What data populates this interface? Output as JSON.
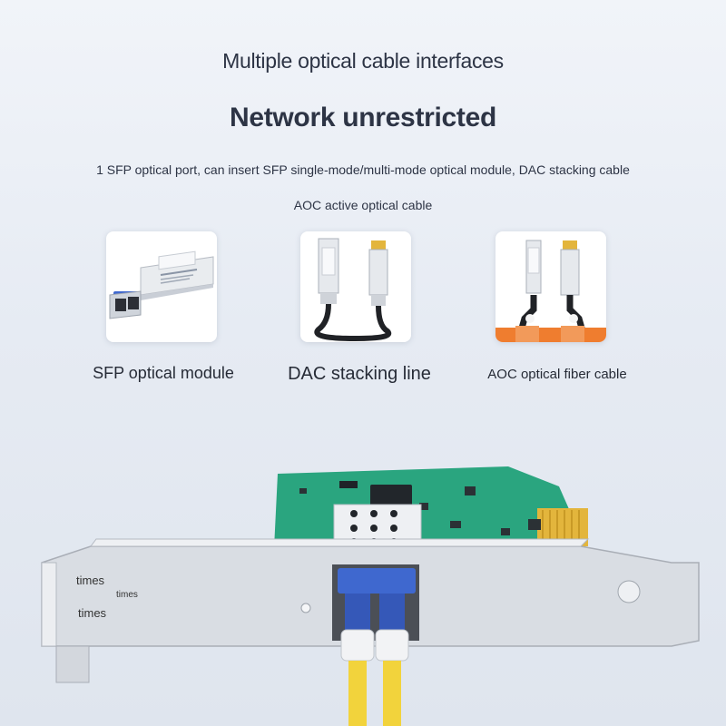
{
  "heading": {
    "subtitle": "Multiple optical cable interfaces",
    "title": "Network unrestricted",
    "desc_line1": "1 SFP optical port, can insert SFP single-mode/multi-mode optical module, DAC stacking cable",
    "desc_line2": "AOC active optical cable"
  },
  "products": [
    {
      "caption": "SFP optical module",
      "icon": "sfp-module-icon"
    },
    {
      "caption": "DAC stacking line",
      "icon": "dac-cable-icon"
    },
    {
      "caption": "AOC optical fiber cable",
      "icon": "aoc-cable-icon"
    }
  ],
  "bracket_labels": [
    "times",
    "times",
    "times"
  ],
  "colors": {
    "pcb_green": "#2aa57f",
    "bracket_silver": "#d9dde3",
    "connector_blue": "#3f68cf",
    "fiber_yellow": "#f2d33c",
    "gold_pins": "#e3b53c",
    "aoc_orange": "#ef7d2f"
  }
}
